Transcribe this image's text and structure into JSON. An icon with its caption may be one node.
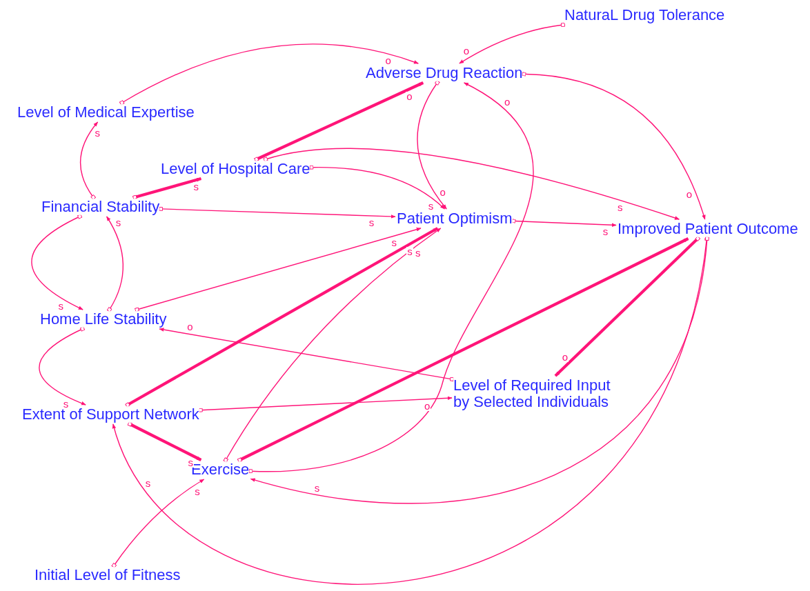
{
  "diagram": {
    "nodes": [
      {
        "text": [
          "NaturaL Drug Tolerance"
        ]
      },
      {
        "text": [
          "Adverse Drug Reaction"
        ]
      },
      {
        "text": [
          "Level of Medical Expertise"
        ]
      },
      {
        "text": [
          "Level of Hospital Care"
        ]
      },
      {
        "text": [
          "Financial Stability"
        ]
      },
      {
        "text": [
          "Patient Optimism"
        ]
      },
      {
        "text": [
          "Improved Patient Outcome"
        ]
      },
      {
        "text": [
          "Home Life Stability"
        ]
      },
      {
        "text": [
          "Level of Required Input by Selected Individuals"
        ]
      },
      {
        "text": [
          "Extent of Support Network"
        ]
      },
      {
        "text": [
          "Exercise"
        ]
      },
      {
        "text": [
          "Initial Level of Fitness"
        ]
      }
    ],
    "edges": [
      {
        "from": 0,
        "to": 1,
        "arrow": "to",
        "label": "o"
      },
      {
        "from": 2,
        "to": 1,
        "arrow": "to",
        "label": "o"
      },
      {
        "from": 3,
        "to": 1,
        "arrow": "to",
        "label": "o",
        "style": "thick"
      },
      {
        "from": 1,
        "to": 5,
        "arrow": "to",
        "label": "o"
      },
      {
        "from": 10,
        "to": 1,
        "arrow": "to",
        "label": "o"
      },
      {
        "from": 1,
        "to": 6,
        "arrow": "to",
        "label": "o"
      },
      {
        "from": 4,
        "to": 2,
        "arrow": "to",
        "label": "s"
      },
      {
        "from": 4,
        "to": 3,
        "arrow": "to",
        "label": "s",
        "style": "thick"
      },
      {
        "from": 4,
        "to": 5,
        "arrow": "to",
        "label": "s"
      },
      {
        "from": 3,
        "to": 5,
        "arrow": "to",
        "label": "s"
      },
      {
        "from": 3,
        "to": 6,
        "arrow": "to",
        "label": "s"
      },
      {
        "from": 4,
        "to": 7,
        "arrow": "to",
        "label": "s"
      },
      {
        "from": 7,
        "to": 4,
        "arrow": "to",
        "label": "s"
      },
      {
        "from": 7,
        "to": 5,
        "arrow": "to",
        "label": "s"
      },
      {
        "from": 8,
        "to": 7,
        "arrow": "to",
        "label": "o"
      },
      {
        "from": 7,
        "to": 9,
        "arrow": "to",
        "label": "s"
      },
      {
        "from": 9,
        "to": 5,
        "arrow": "to",
        "label": "s",
        "style": "thick"
      },
      {
        "from": 10,
        "to": 5,
        "arrow": "to",
        "label": "s"
      },
      {
        "from": 9,
        "to": 8,
        "arrow": "to",
        "label": "o"
      },
      {
        "from": 9,
        "to": 10,
        "arrow": "to",
        "label": "s",
        "style": "thick"
      },
      {
        "from": 6,
        "to": 9,
        "arrow": "to",
        "label": "s"
      },
      {
        "from": 10,
        "to": 6,
        "arrow": "to",
        "style": "thick"
      },
      {
        "from": 6,
        "to": 8,
        "arrow": "to",
        "label": "o",
        "style": "thick"
      },
      {
        "from": 6,
        "to": 10,
        "arrow": "to",
        "label": "s"
      },
      {
        "from": 5,
        "to": 6,
        "arrow": "to",
        "label": "s"
      },
      {
        "from": 11,
        "to": 10,
        "arrow": "to",
        "label": "s"
      }
    ]
  }
}
